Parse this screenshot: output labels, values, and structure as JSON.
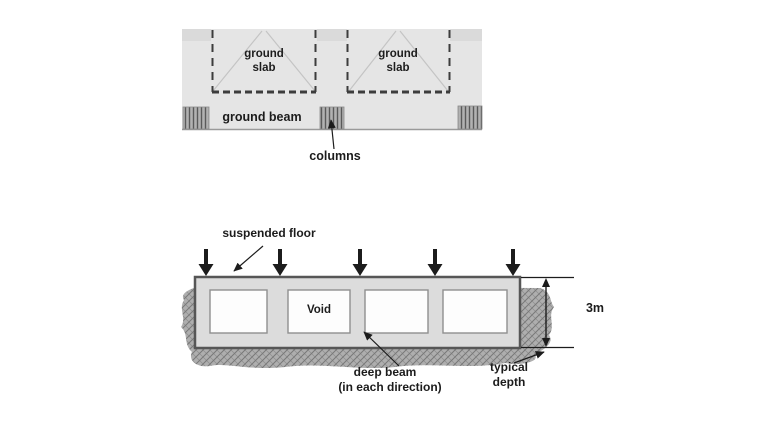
{
  "colors": {
    "page_bg": "#ffffff",
    "ink": "#1c1c1c",
    "plan_region_fill": "#e5e5e5",
    "plan_top_patch": "#d6d6d6",
    "plan_bottom_line": "#9a9a9a",
    "dashed_line": "#3c3c3c",
    "diagonal_line": "#c4c4c4",
    "column_hatch_bg": "#b2b2b2",
    "column_hatch_line": "#5a5a5a",
    "column_border": "#8a8a8a",
    "slab_fill": "#dcdcdc",
    "slab_border": "#565656",
    "void_fill": "#fdfdfd",
    "void_border": "#8f8f8f",
    "soil_fill": "#aeaeae",
    "soil_texture": "#787878"
  },
  "plan_view": {
    "slab_labels": [
      "ground slab",
      "ground slab"
    ],
    "beam_label": "ground beam",
    "columns_label": "columns"
  },
  "section_view": {
    "suspended_floor_label": "suspended floor",
    "void_label": "Void",
    "depth_dimension": "3m",
    "deep_beam_label_line1": "deep beam",
    "deep_beam_label_line2": "(in each direction)",
    "typical_depth_label": "typical depth",
    "load_arrow_count": 5
  }
}
